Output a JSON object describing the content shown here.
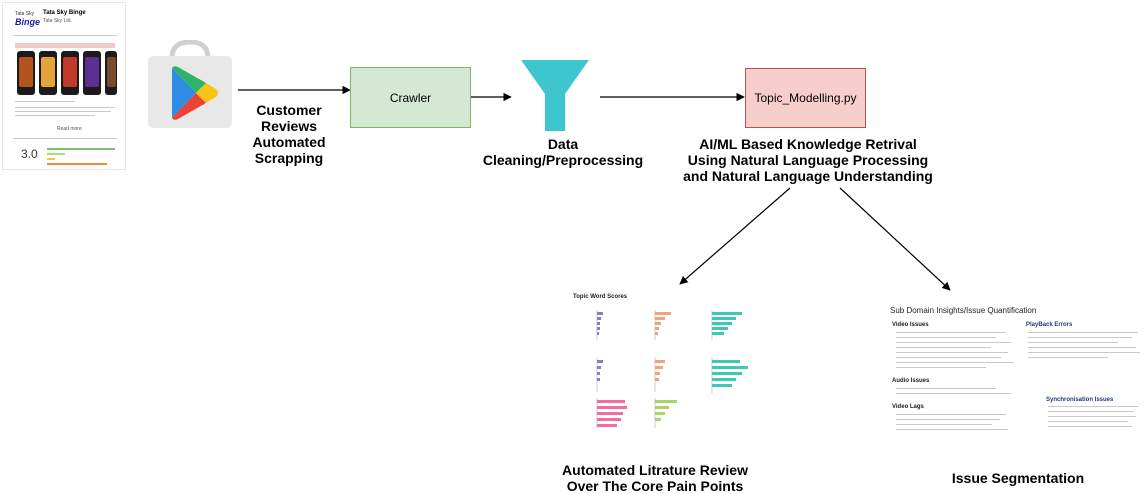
{
  "store": {
    "app_title": "Tata Sky Binge",
    "developer": "Tata Sky Ltd.",
    "brand_small": "Tata Sky",
    "brand_big": "Binge",
    "rating_value": "3.0",
    "see_more": "Read more"
  },
  "steps": {
    "reviews_label": "Customer\nReviews\nAutomated\nScrapping",
    "crawler_label": "Crawler",
    "cleaning_label": "Data\nCleaning/Preprocessing",
    "topic_label": "Topic_Modelling.py",
    "aiml_label": "AI/ML Based Knowledge Retrival\nUsing Natural Language Processing\nand Natural Language Understanding"
  },
  "outputs": {
    "literature_label": "Automated Litrature Review\nOver The Core Pain Points",
    "segmentation_label": "Issue Segmentation",
    "topic_chart_title": "Topic Word Scores",
    "insights_title": "Sub Domain Insights/Issue Quantification",
    "insights_sections": [
      "Video Issues",
      "Audio Issues",
      "Video Lags"
    ],
    "insights_right_sections": [
      "PlayBack Errors",
      "Synchronisation Issues"
    ]
  },
  "colors": {
    "crawler_fill": "#d5e8d4",
    "crawler_border": "#82b366",
    "topic_fill": "#f8cecc",
    "topic_border": "#b85450",
    "funnel": "#3ec6cf"
  },
  "icons": [
    "google-play-icon",
    "funnel-icon"
  ]
}
